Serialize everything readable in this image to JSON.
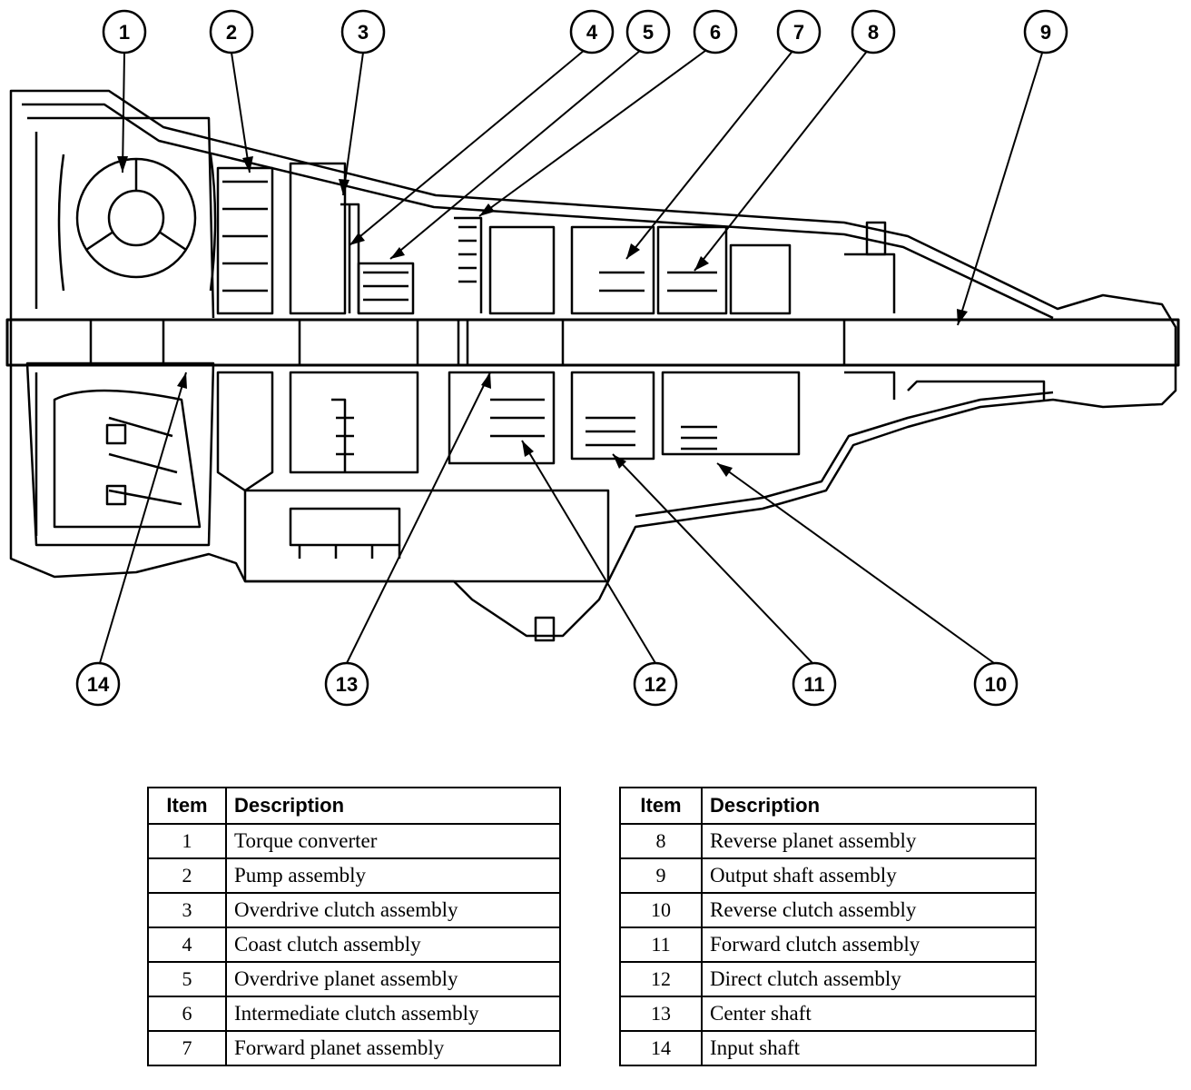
{
  "callouts": [
    {
      "number": "1"
    },
    {
      "number": "2"
    },
    {
      "number": "3"
    },
    {
      "number": "4"
    },
    {
      "number": "5"
    },
    {
      "number": "6"
    },
    {
      "number": "7"
    },
    {
      "number": "8"
    },
    {
      "number": "9"
    },
    {
      "number": "10"
    },
    {
      "number": "11"
    },
    {
      "number": "12"
    },
    {
      "number": "13"
    },
    {
      "number": "14"
    }
  ],
  "legend": {
    "header_item": "Item",
    "header_description": "Description",
    "left_rows": [
      {
        "item": "1",
        "description": "Torque converter"
      },
      {
        "item": "2",
        "description": "Pump assembly"
      },
      {
        "item": "3",
        "description": "Overdrive clutch assembly"
      },
      {
        "item": "4",
        "description": "Coast clutch assembly"
      },
      {
        "item": "5",
        "description": "Overdrive planet assembly"
      },
      {
        "item": "6",
        "description": "Intermediate clutch assembly"
      },
      {
        "item": "7",
        "description": "Forward planet assembly"
      }
    ],
    "right_rows": [
      {
        "item": "8",
        "description": "Reverse planet assembly"
      },
      {
        "item": "9",
        "description": "Output shaft assembly"
      },
      {
        "item": "10",
        "description": "Reverse clutch assembly"
      },
      {
        "item": "11",
        "description": "Forward clutch assembly"
      },
      {
        "item": "12",
        "description": "Direct clutch assembly"
      },
      {
        "item": "13",
        "description": "Center shaft"
      },
      {
        "item": "14",
        "description": "Input shaft"
      }
    ]
  }
}
